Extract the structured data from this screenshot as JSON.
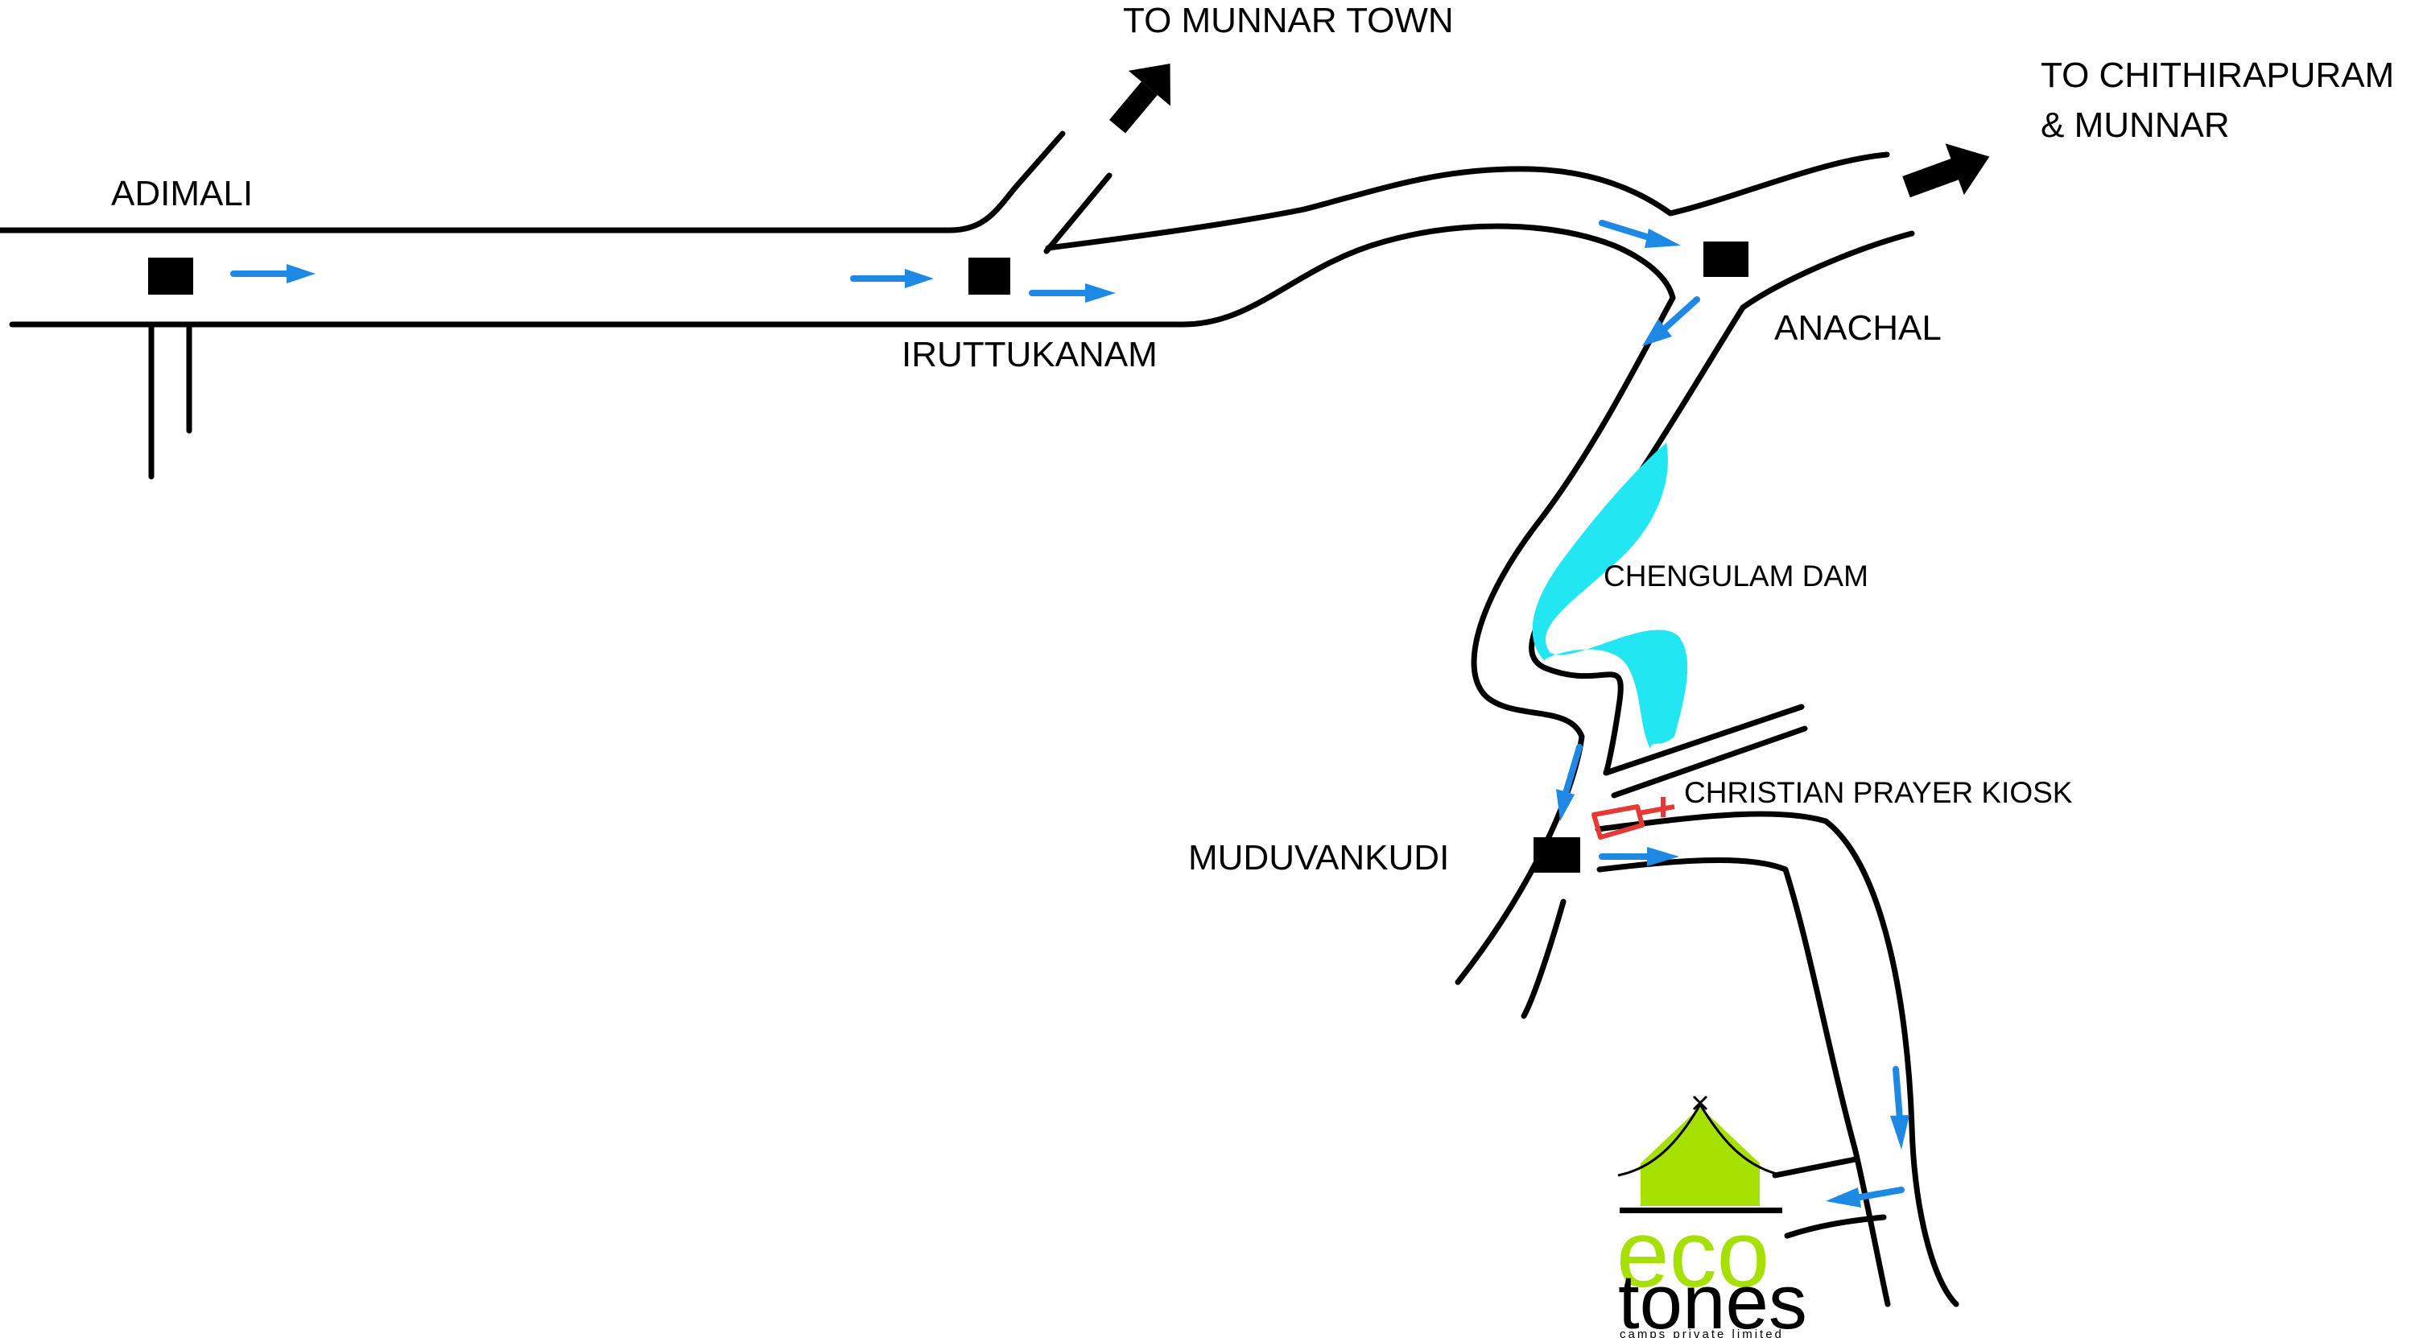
{
  "map": {
    "places": {
      "adimali": "ADIMALI",
      "iruttukanam": "IRUTTUKANAM",
      "anachal": "ANACHAL",
      "muduvankudi": "MUDUVANKUDI"
    },
    "destinations": {
      "munnar_town": "TO MUNNAR TOWN",
      "chithirapuram_line1": "TO CHITHIRAPURAM",
      "chithirapuram_line2": "& MUNNAR"
    },
    "landmarks": {
      "dam": "CHENGULAM DAM",
      "kiosk": "CHRISTIAN PRAYER KIOSK"
    },
    "colors": {
      "road": "#000000",
      "direction_arrow": "#1e88e5",
      "water": "#22e6f2",
      "kiosk": "#e53935",
      "logo_green": "#a6e000"
    }
  },
  "logo": {
    "brand_top": "eco",
    "brand_bottom": "tones",
    "tagline": "camps private limited"
  }
}
